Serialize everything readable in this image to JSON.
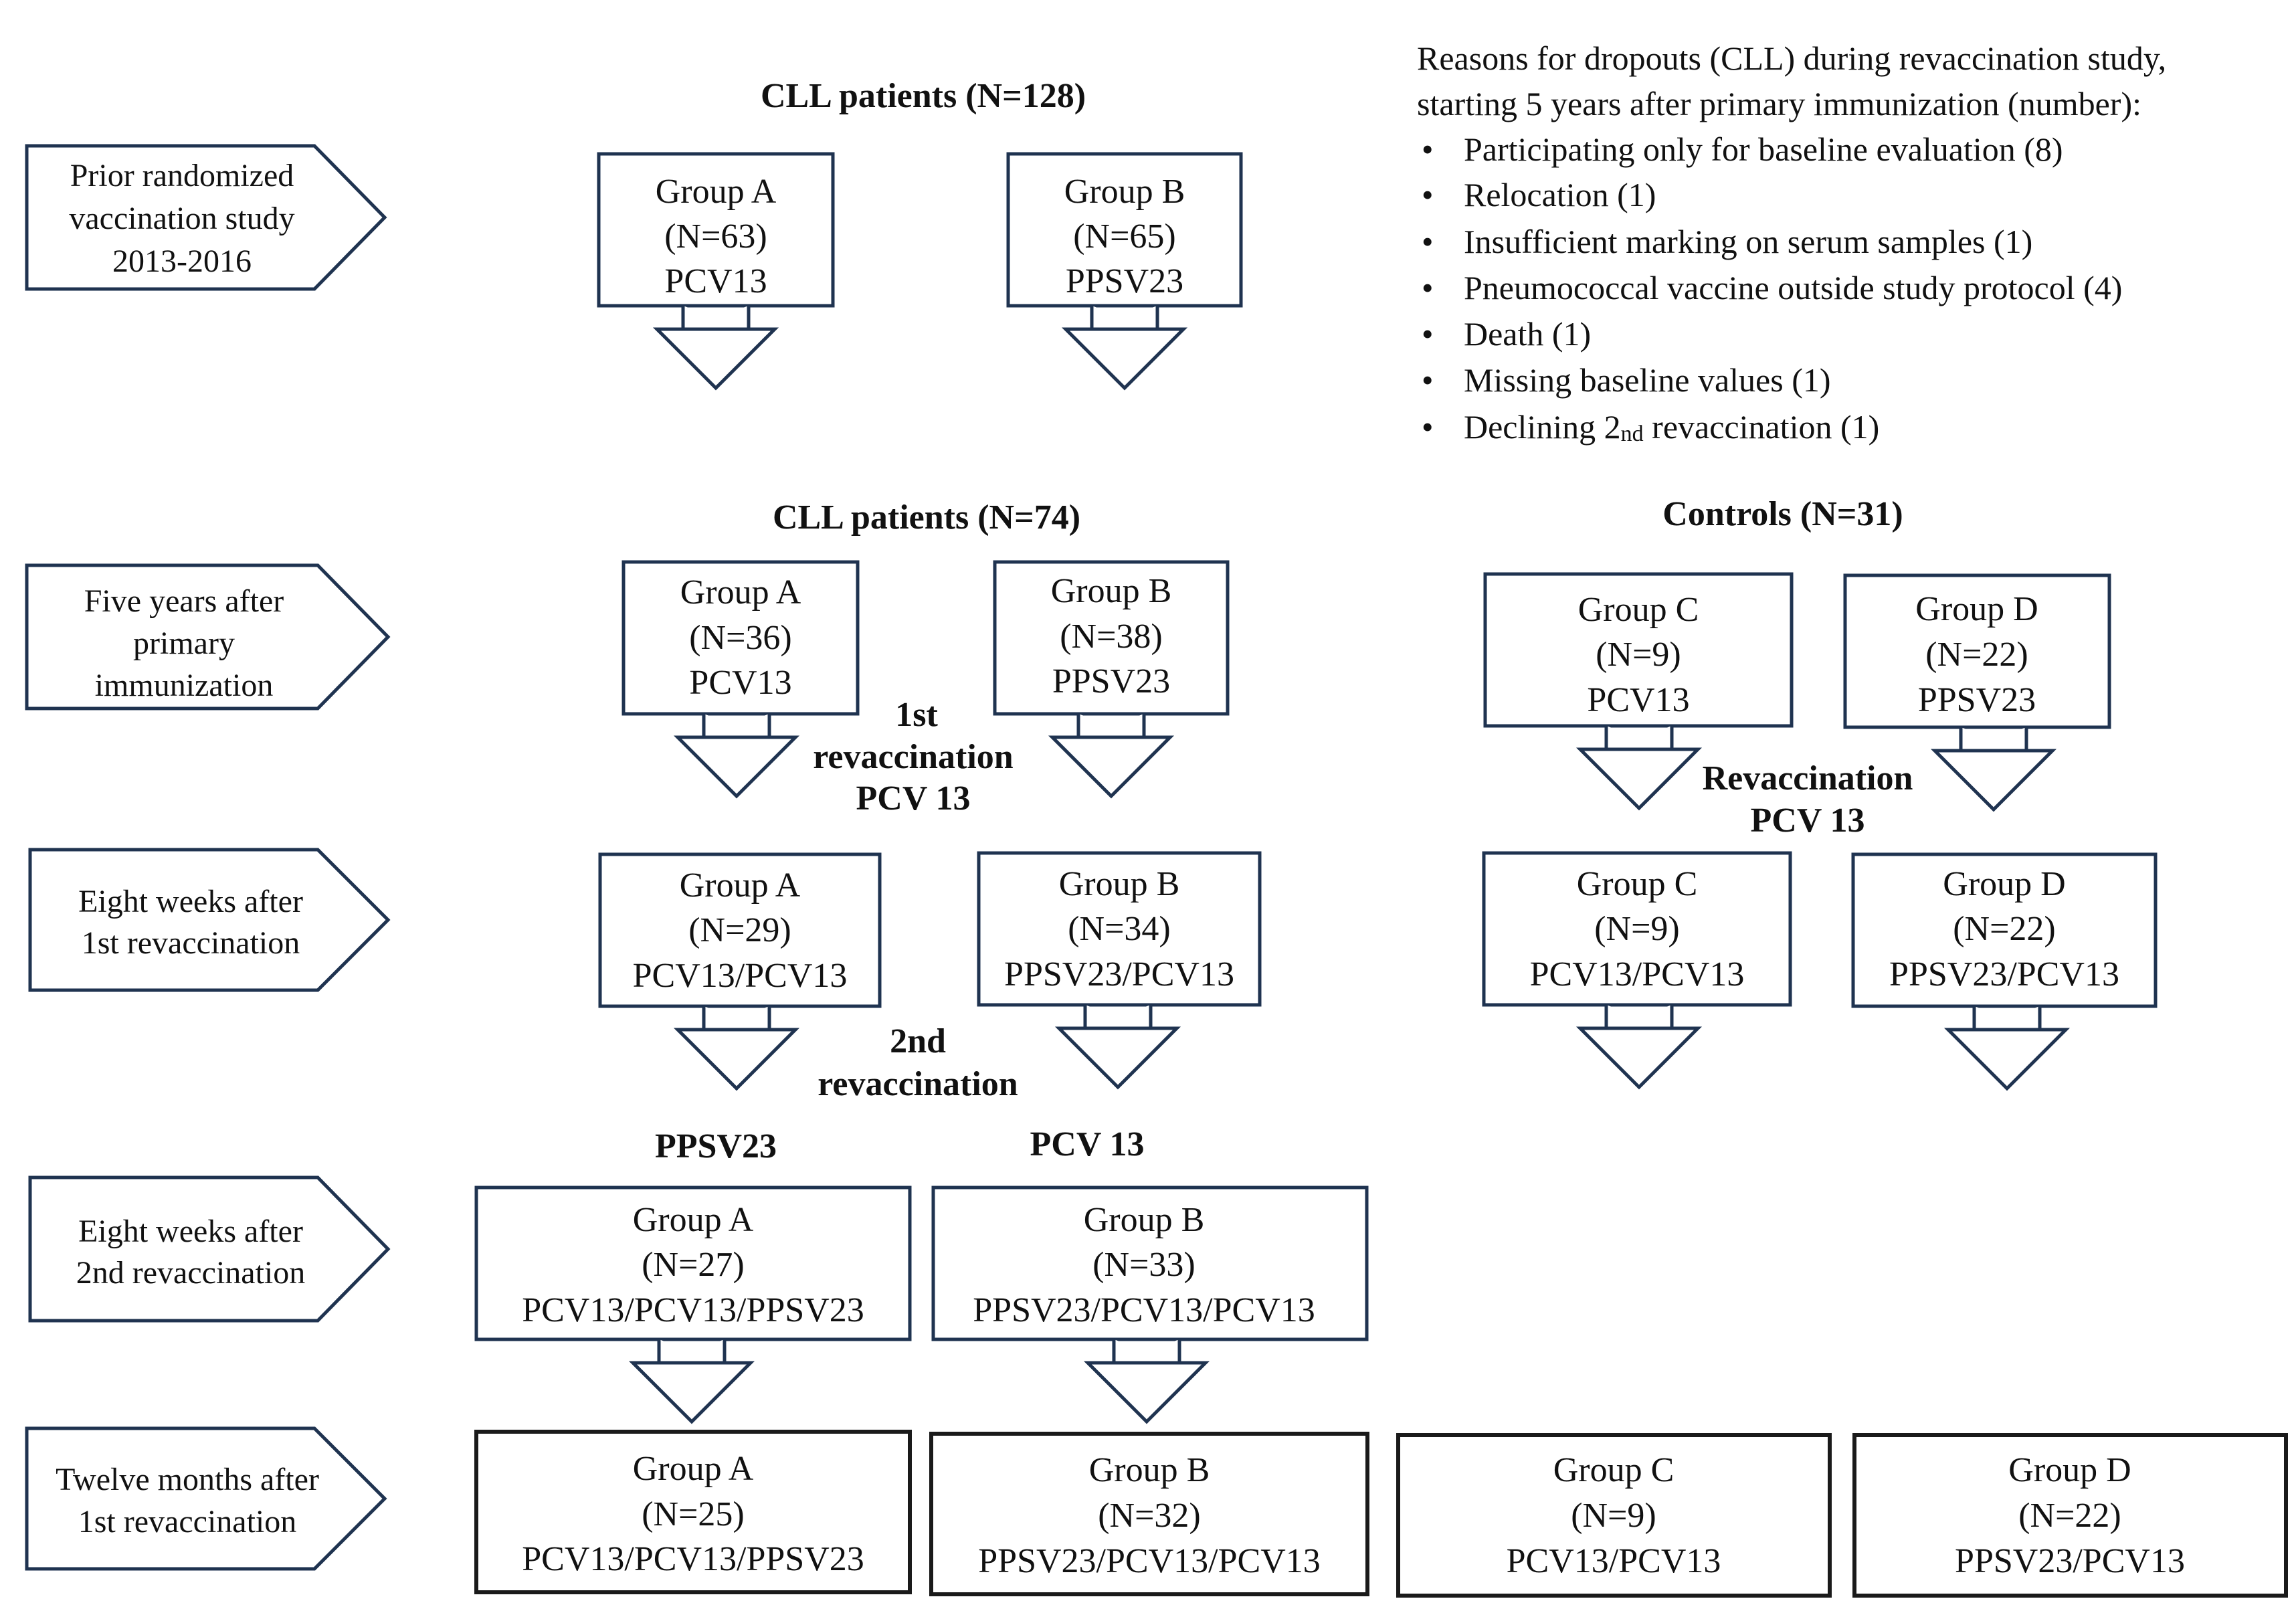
{
  "headers": {
    "cll_primary": "CLL patients  (N=128)",
    "cll_revacc": "CLL patients (N=74)",
    "controls": "Controls (N=31)",
    "ppsv23": "PPSV23",
    "pcv13": "PCV 13"
  },
  "stages": [
    {
      "lines": [
        "Prior randomized",
        "vaccination study",
        "2013-2016"
      ]
    },
    {
      "lines": [
        "Five years after",
        "primary",
        "immunization"
      ]
    },
    {
      "lines": [
        "Eight weeks after",
        "1st revaccination"
      ]
    },
    {
      "lines": [
        "Eight weeks after",
        "2nd revaccination"
      ]
    },
    {
      "lines": [
        "Twelve months after",
        "1st revaccination"
      ]
    }
  ],
  "dropouts": {
    "title_lines": [
      "Reasons for dropouts (CLL) during revaccination study,",
      "starting 5 years after primary immunization (number):"
    ],
    "bullet": "•",
    "items": [
      "Participating only for baseline evaluation (8)",
      "Relocation (1)",
      "Insufficient marking on serum samples (1)",
      "Pneumococcal vaccine outside study protocol (4)",
      "Death (1)",
      "Missing baseline values (1)"
    ],
    "last_item": {
      "pre": "Declining  2",
      "sup": "nd",
      "post": "  revaccination (1)"
    }
  },
  "revacc_labels": {
    "first": [
      "1st",
      "revaccination",
      "PCV 13"
    ],
    "second": [
      "2nd",
      "revaccination"
    ],
    "controls": [
      "Revaccination",
      "PCV 13"
    ]
  },
  "boxes": {
    "r1a": [
      "Group A",
      "(N=63)",
      "PCV13"
    ],
    "r1b": [
      "Group B",
      "(N=65)",
      "PPSV23"
    ],
    "r2a": [
      "Group A",
      "(N=36)",
      "PCV13"
    ],
    "r2b": [
      "Group B",
      "(N=38)",
      "PPSV23"
    ],
    "r2c": [
      "Group C",
      "(N=9)",
      "PCV13"
    ],
    "r2d": [
      "Group D",
      "(N=22)",
      "PPSV23"
    ],
    "r3a": [
      "Group A",
      "(N=29)",
      "PCV13/PCV13"
    ],
    "r3b": [
      "Group B",
      "(N=34)",
      "PPSV23/PCV13"
    ],
    "r3c": [
      "Group C",
      "(N=9)",
      "PCV13/PCV13"
    ],
    "r3d": [
      "Group D",
      "(N=22)",
      "PPSV23/PCV13"
    ],
    "r4a": [
      "Group A",
      "(N=27)",
      "PCV13/PCV13/PPSV23"
    ],
    "r4b": [
      "Group B",
      "(N=33)",
      "PPSV23/PCV13/PCV13"
    ],
    "r5a": [
      "Group A",
      "(N=25)",
      "PCV13/PCV13/PPSV23"
    ],
    "r5b": [
      "Group B",
      "(N=32)",
      "PPSV23/PCV13/PCV13"
    ],
    "r5c": [
      "Group C",
      "(N=9)",
      "PCV13/PCV13"
    ],
    "r5d": [
      "Group D",
      "(N=22)",
      "PPSV23/PCV13"
    ]
  }
}
